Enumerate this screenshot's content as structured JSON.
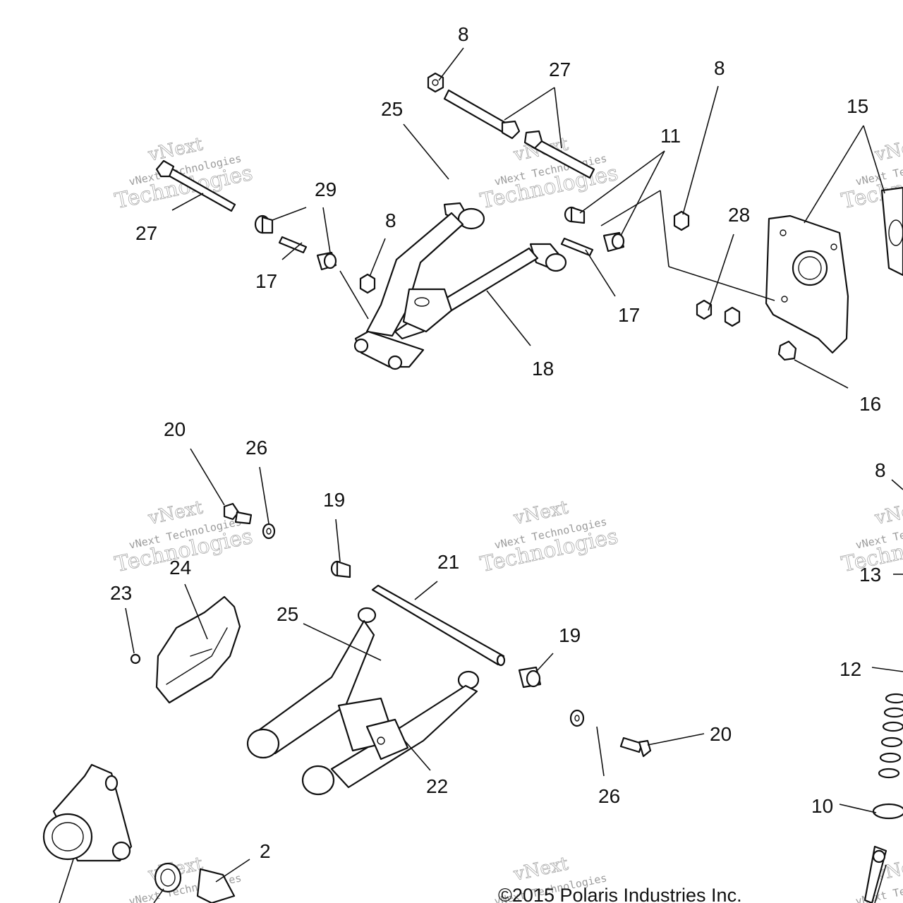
{
  "copyright": "©2015 Polaris Industries Inc.",
  "watermark": {
    "brand": "vNext",
    "line": "vNext Technologies",
    "word": "Technologies"
  },
  "callouts": [
    "8",
    "27",
    "25",
    "8",
    "11",
    "15",
    "27",
    "29",
    "17",
    "8",
    "28",
    "17",
    "18",
    "16",
    "20",
    "26",
    "19",
    "8",
    "24",
    "23",
    "21",
    "13",
    "25",
    "19",
    "12",
    "22",
    "26",
    "20",
    "10",
    "2"
  ]
}
